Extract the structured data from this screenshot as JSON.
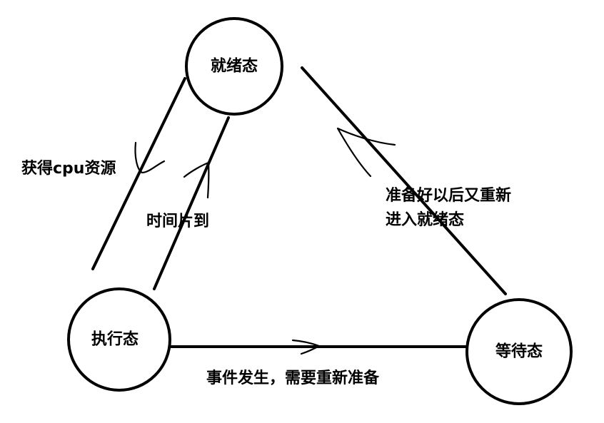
{
  "nodes": {
    "ready": {
      "label": "就绪态"
    },
    "running": {
      "label": "执行态"
    },
    "waiting": {
      "label": "等待态"
    }
  },
  "edges": {
    "ready_to_running": {
      "label": "获得cpu资源"
    },
    "running_to_ready": {
      "label": "时间片到"
    },
    "waiting_to_ready": {
      "label": "准备好以后又重新进入就绪态"
    },
    "running_to_waiting": {
      "label": "事件发生，需要重新准备"
    }
  }
}
